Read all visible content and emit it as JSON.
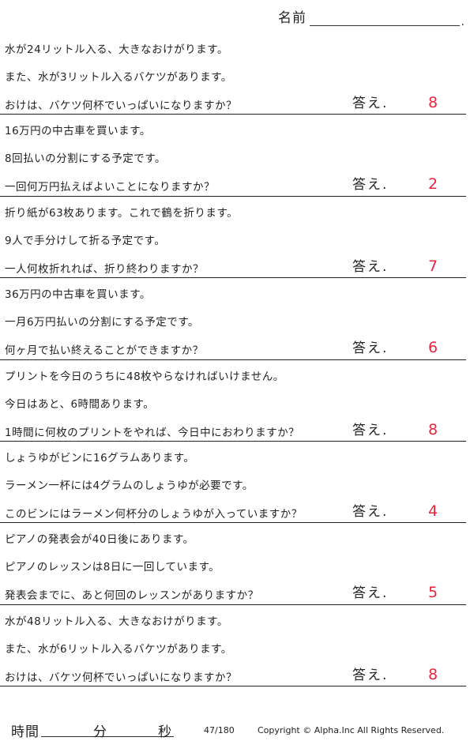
{
  "header": {
    "name_label": "名前",
    "name_dot": "."
  },
  "answer_label": "答え.",
  "problems": [
    {
      "lines": [
        "水が24リットル入る、大きなおけがります。",
        "また、水が3リットル入るバケツがあります。",
        "おけは、バケツ何杯でいっぱいになりますか？"
      ],
      "answer": "8"
    },
    {
      "lines": [
        "16万円の中古車を買います。",
        "8回払いの分割にする予定です。",
        "一回何万円払えばよいことになりますか？"
      ],
      "answer": "2"
    },
    {
      "lines": [
        "折り紙が63枚あります。これで鶴を折ります。",
        "9人で手分けして折る予定です。",
        "一人何枚折れれば、折り終わりますか？"
      ],
      "answer": "7"
    },
    {
      "lines": [
        "36万円の中古車を買います。",
        "一月6万円払いの分割にする予定です。",
        "何ヶ月で払い終えることができますか？"
      ],
      "answer": "6"
    },
    {
      "lines": [
        "プリントを今日のうちに48枚やらなければいけません。",
        "今日はあと、6時間あります。",
        "1時間に何枚のプリントをやれば、今日中におわりますか？"
      ],
      "answer": "8"
    },
    {
      "lines": [
        "しょうゆがビンに16グラムあります。",
        "ラーメン一杯には4グラムのしょうゆが必要です。",
        "このビンにはラーメン何杯分のしょうゆが入っていますか？"
      ],
      "answer": "4"
    },
    {
      "lines": [
        "ピアノの発表会が40日後にあります。",
        "ピアノのレッスンは8日に一回しています。",
        "発表会までに、あと何回のレッスンがありますか？"
      ],
      "answer": "5"
    },
    {
      "lines": [
        "水が48リットル入る、大きなおけがります。",
        "また、水が6リットル入るバケツがあります。",
        "おけは、バケツ何杯でいっぱいになりますか？"
      ],
      "answer": "8"
    }
  ],
  "footer": {
    "time_label": "時間",
    "minutes_label": "分",
    "seconds_label": "秒",
    "page_number": "47/180",
    "copyright": "Copyright ©  Alpha.Inc All Rights Reserved."
  }
}
